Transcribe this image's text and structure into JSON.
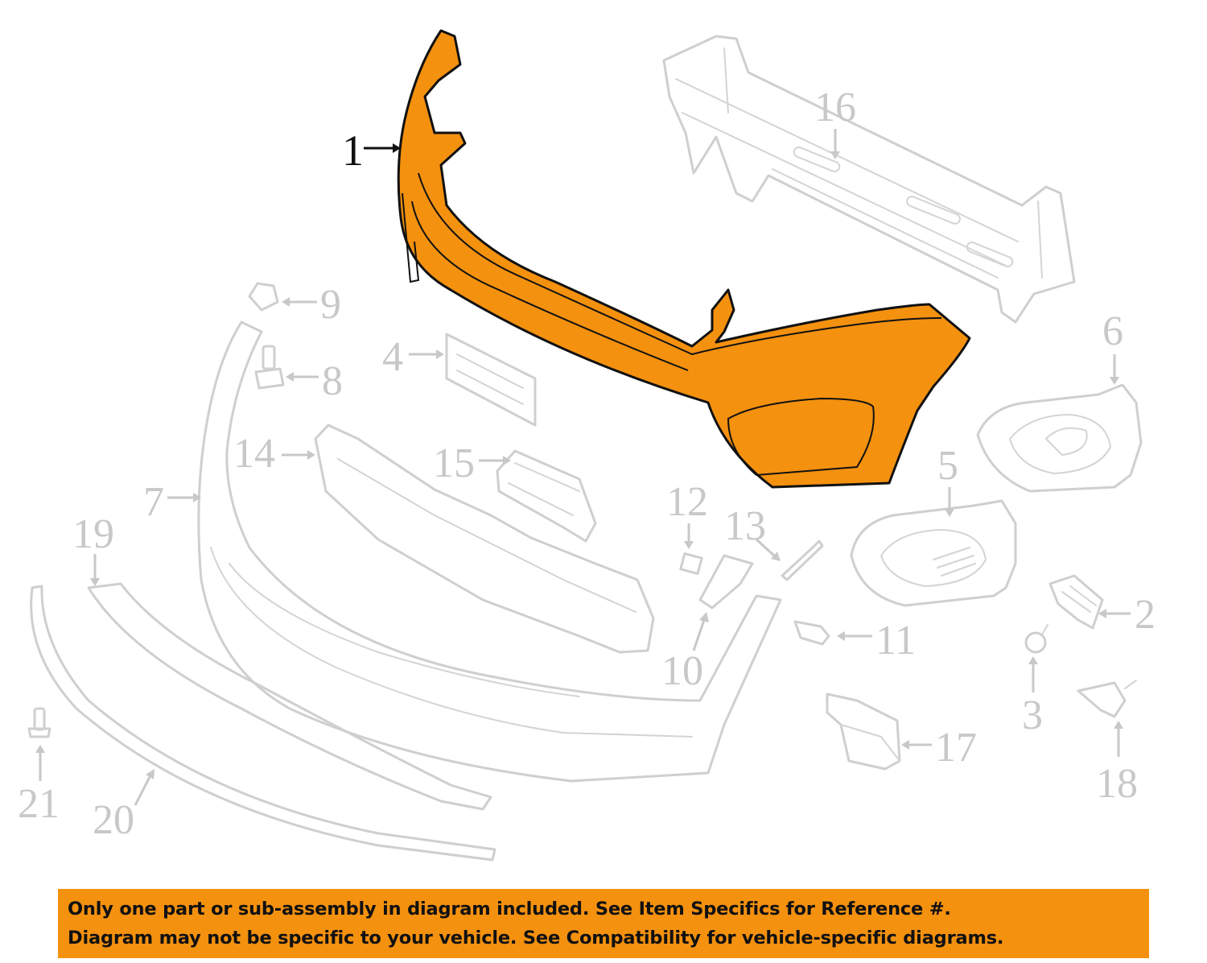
{
  "diagram": {
    "highlight_color": "#f4910f",
    "ghost_color": "#cfcfcf",
    "highlighted_part": "1",
    "callouts": [
      "1",
      "2",
      "3",
      "4",
      "5",
      "6",
      "7",
      "8",
      "9",
      "10",
      "11",
      "12",
      "13",
      "14",
      "15",
      "16",
      "17",
      "18",
      "19",
      "20",
      "21"
    ]
  },
  "disclaimer": {
    "line1": "Only one part or sub-assembly in diagram included. See Item Specifics for Reference #.",
    "line2": "Diagram may not be specific to your vehicle. See Compatibility for vehicle-specific diagrams.",
    "background": "#f4910f"
  }
}
